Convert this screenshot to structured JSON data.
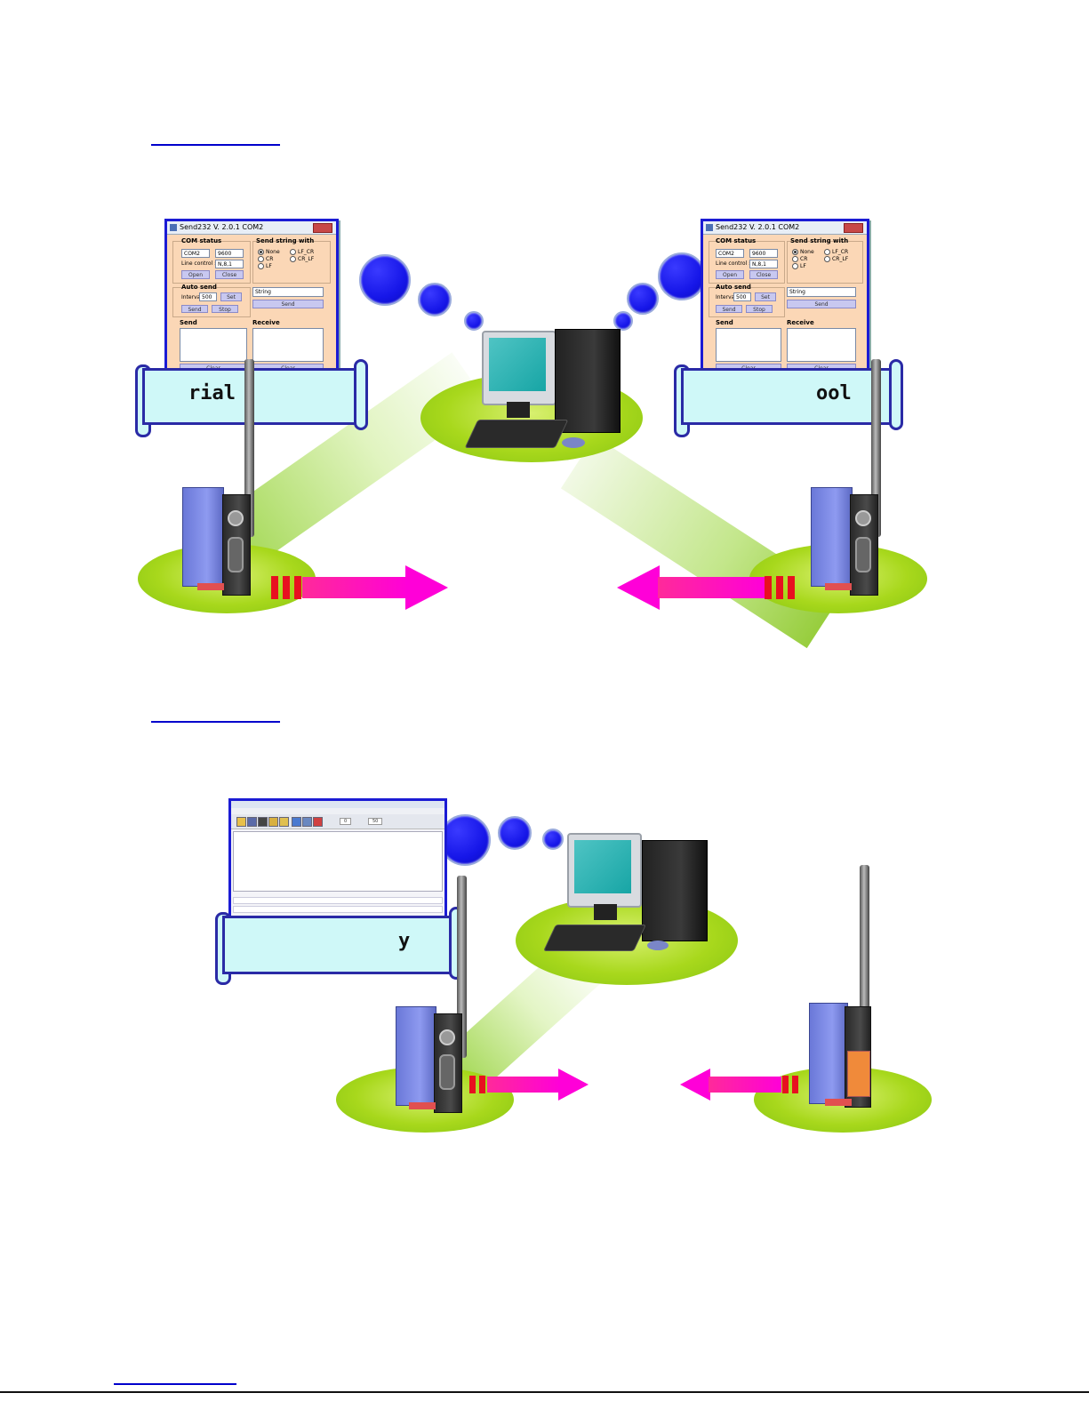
{
  "links": {
    "heading_1": "",
    "heading_2": "",
    "footer": ""
  },
  "diagram_1": {
    "left_window": {
      "title": "Send232 V. 2.0.1 COM2",
      "com_status": "COM status",
      "com_port": "COM2",
      "baud": "9600",
      "line_control_label": "Line control :",
      "line_control": "N,8,1",
      "open": "Open",
      "close": "Close",
      "send_string_with": "Send string with",
      "opt_none": "None",
      "opt_cr": "CR",
      "opt_lf": "LF",
      "opt_lf_cr": "LF_CR",
      "opt_cr_lf": "CR_LF",
      "auto_send": "Auto send",
      "interval_label": "Interval",
      "interval": "500",
      "set": "Set",
      "send_btn": "Send",
      "stop": "Stop",
      "string_value": "String",
      "send_main": "Send",
      "send_label": "Send",
      "receive_label": "Receive",
      "clear1": "Clear",
      "clear2": "Clear"
    },
    "right_window": {
      "title": "Send232 V. 2.0.1 COM2",
      "com_status": "COM status",
      "com_port": "COM2",
      "baud": "9600",
      "line_control_label": "Line control :",
      "line_control": "N,8,1",
      "open": "Open",
      "close": "Close",
      "send_string_with": "Send string with",
      "opt_none": "None",
      "opt_cr": "CR",
      "opt_lf": "LF",
      "opt_lf_cr": "LF_CR",
      "opt_cr_lf": "CR_LF",
      "auto_send": "Auto send",
      "interval_label": "Interval",
      "interval": "500",
      "set": "Set",
      "send_btn": "Send",
      "stop": "Stop",
      "string_value": "String",
      "send_main": "Send",
      "send_label": "Send",
      "receive_label": "Receive",
      "clear1": "Clear",
      "clear2": "Clear"
    },
    "left_banner": "rial",
    "right_banner": "ool"
  },
  "diagram_2": {
    "tool_window": {
      "title": "",
      "menu": "",
      "count_label": "",
      "count_value": "0",
      "value_a": "50",
      "section": ""
    },
    "banner": "y"
  },
  "colors": {
    "pad_green": "#a8d81c",
    "bubble_blue": "#1616e8",
    "arrow_magenta": "#ff00d8",
    "stripe_red": "#e81020",
    "banner_fill": "#cff8f8",
    "window_fill": "#fbd7b6"
  }
}
